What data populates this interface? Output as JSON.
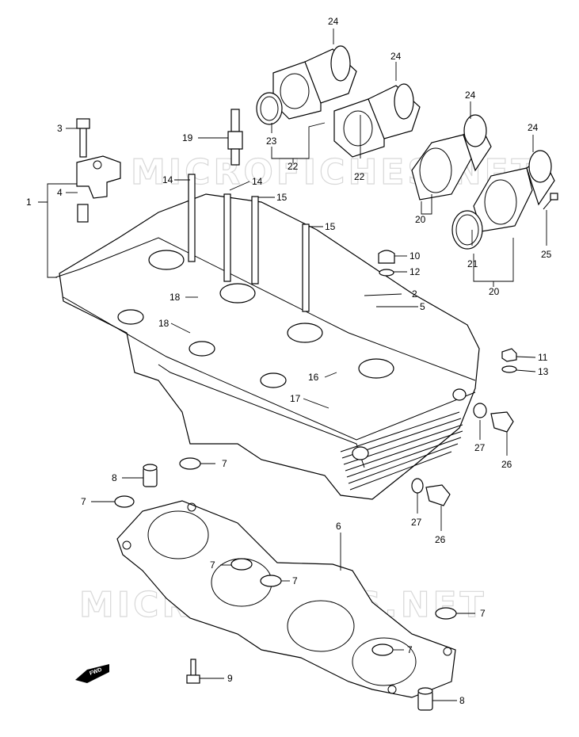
{
  "watermark": "MICROFICHES.NET",
  "fwd_badge": "FWD",
  "callouts": [
    {
      "id": "24a",
      "text": "24"
    },
    {
      "id": "24b",
      "text": "24"
    },
    {
      "id": "24c",
      "text": "24"
    },
    {
      "id": "24d",
      "text": "24"
    },
    {
      "id": "3",
      "text": "3"
    },
    {
      "id": "19",
      "text": "19"
    },
    {
      "id": "23",
      "text": "23"
    },
    {
      "id": "22a",
      "text": "22"
    },
    {
      "id": "22b",
      "text": "22"
    },
    {
      "id": "14a",
      "text": "14"
    },
    {
      "id": "14b",
      "text": "14"
    },
    {
      "id": "15a",
      "text": "15"
    },
    {
      "id": "15b",
      "text": "15"
    },
    {
      "id": "1",
      "text": "1"
    },
    {
      "id": "4",
      "text": "4"
    },
    {
      "id": "20a",
      "text": "20"
    },
    {
      "id": "20b",
      "text": "20"
    },
    {
      "id": "21",
      "text": "21"
    },
    {
      "id": "25",
      "text": "25"
    },
    {
      "id": "10",
      "text": "10"
    },
    {
      "id": "12",
      "text": "12"
    },
    {
      "id": "2",
      "text": "2"
    },
    {
      "id": "5",
      "text": "5"
    },
    {
      "id": "18a",
      "text": "18"
    },
    {
      "id": "18b",
      "text": "18"
    },
    {
      "id": "16",
      "text": "16"
    },
    {
      "id": "17",
      "text": "17"
    },
    {
      "id": "11",
      "text": "11"
    },
    {
      "id": "13",
      "text": "13"
    },
    {
      "id": "27a",
      "text": "27"
    },
    {
      "id": "26a",
      "text": "26"
    },
    {
      "id": "27b",
      "text": "27"
    },
    {
      "id": "26b",
      "text": "26"
    },
    {
      "id": "7a",
      "text": "7"
    },
    {
      "id": "8a",
      "text": "8"
    },
    {
      "id": "7b",
      "text": "7"
    },
    {
      "id": "6",
      "text": "6"
    },
    {
      "id": "7c",
      "text": "7"
    },
    {
      "id": "7d",
      "text": "7"
    },
    {
      "id": "7e",
      "text": "7"
    },
    {
      "id": "7f",
      "text": "7"
    },
    {
      "id": "9",
      "text": "9"
    },
    {
      "id": "8b",
      "text": "8"
    }
  ]
}
